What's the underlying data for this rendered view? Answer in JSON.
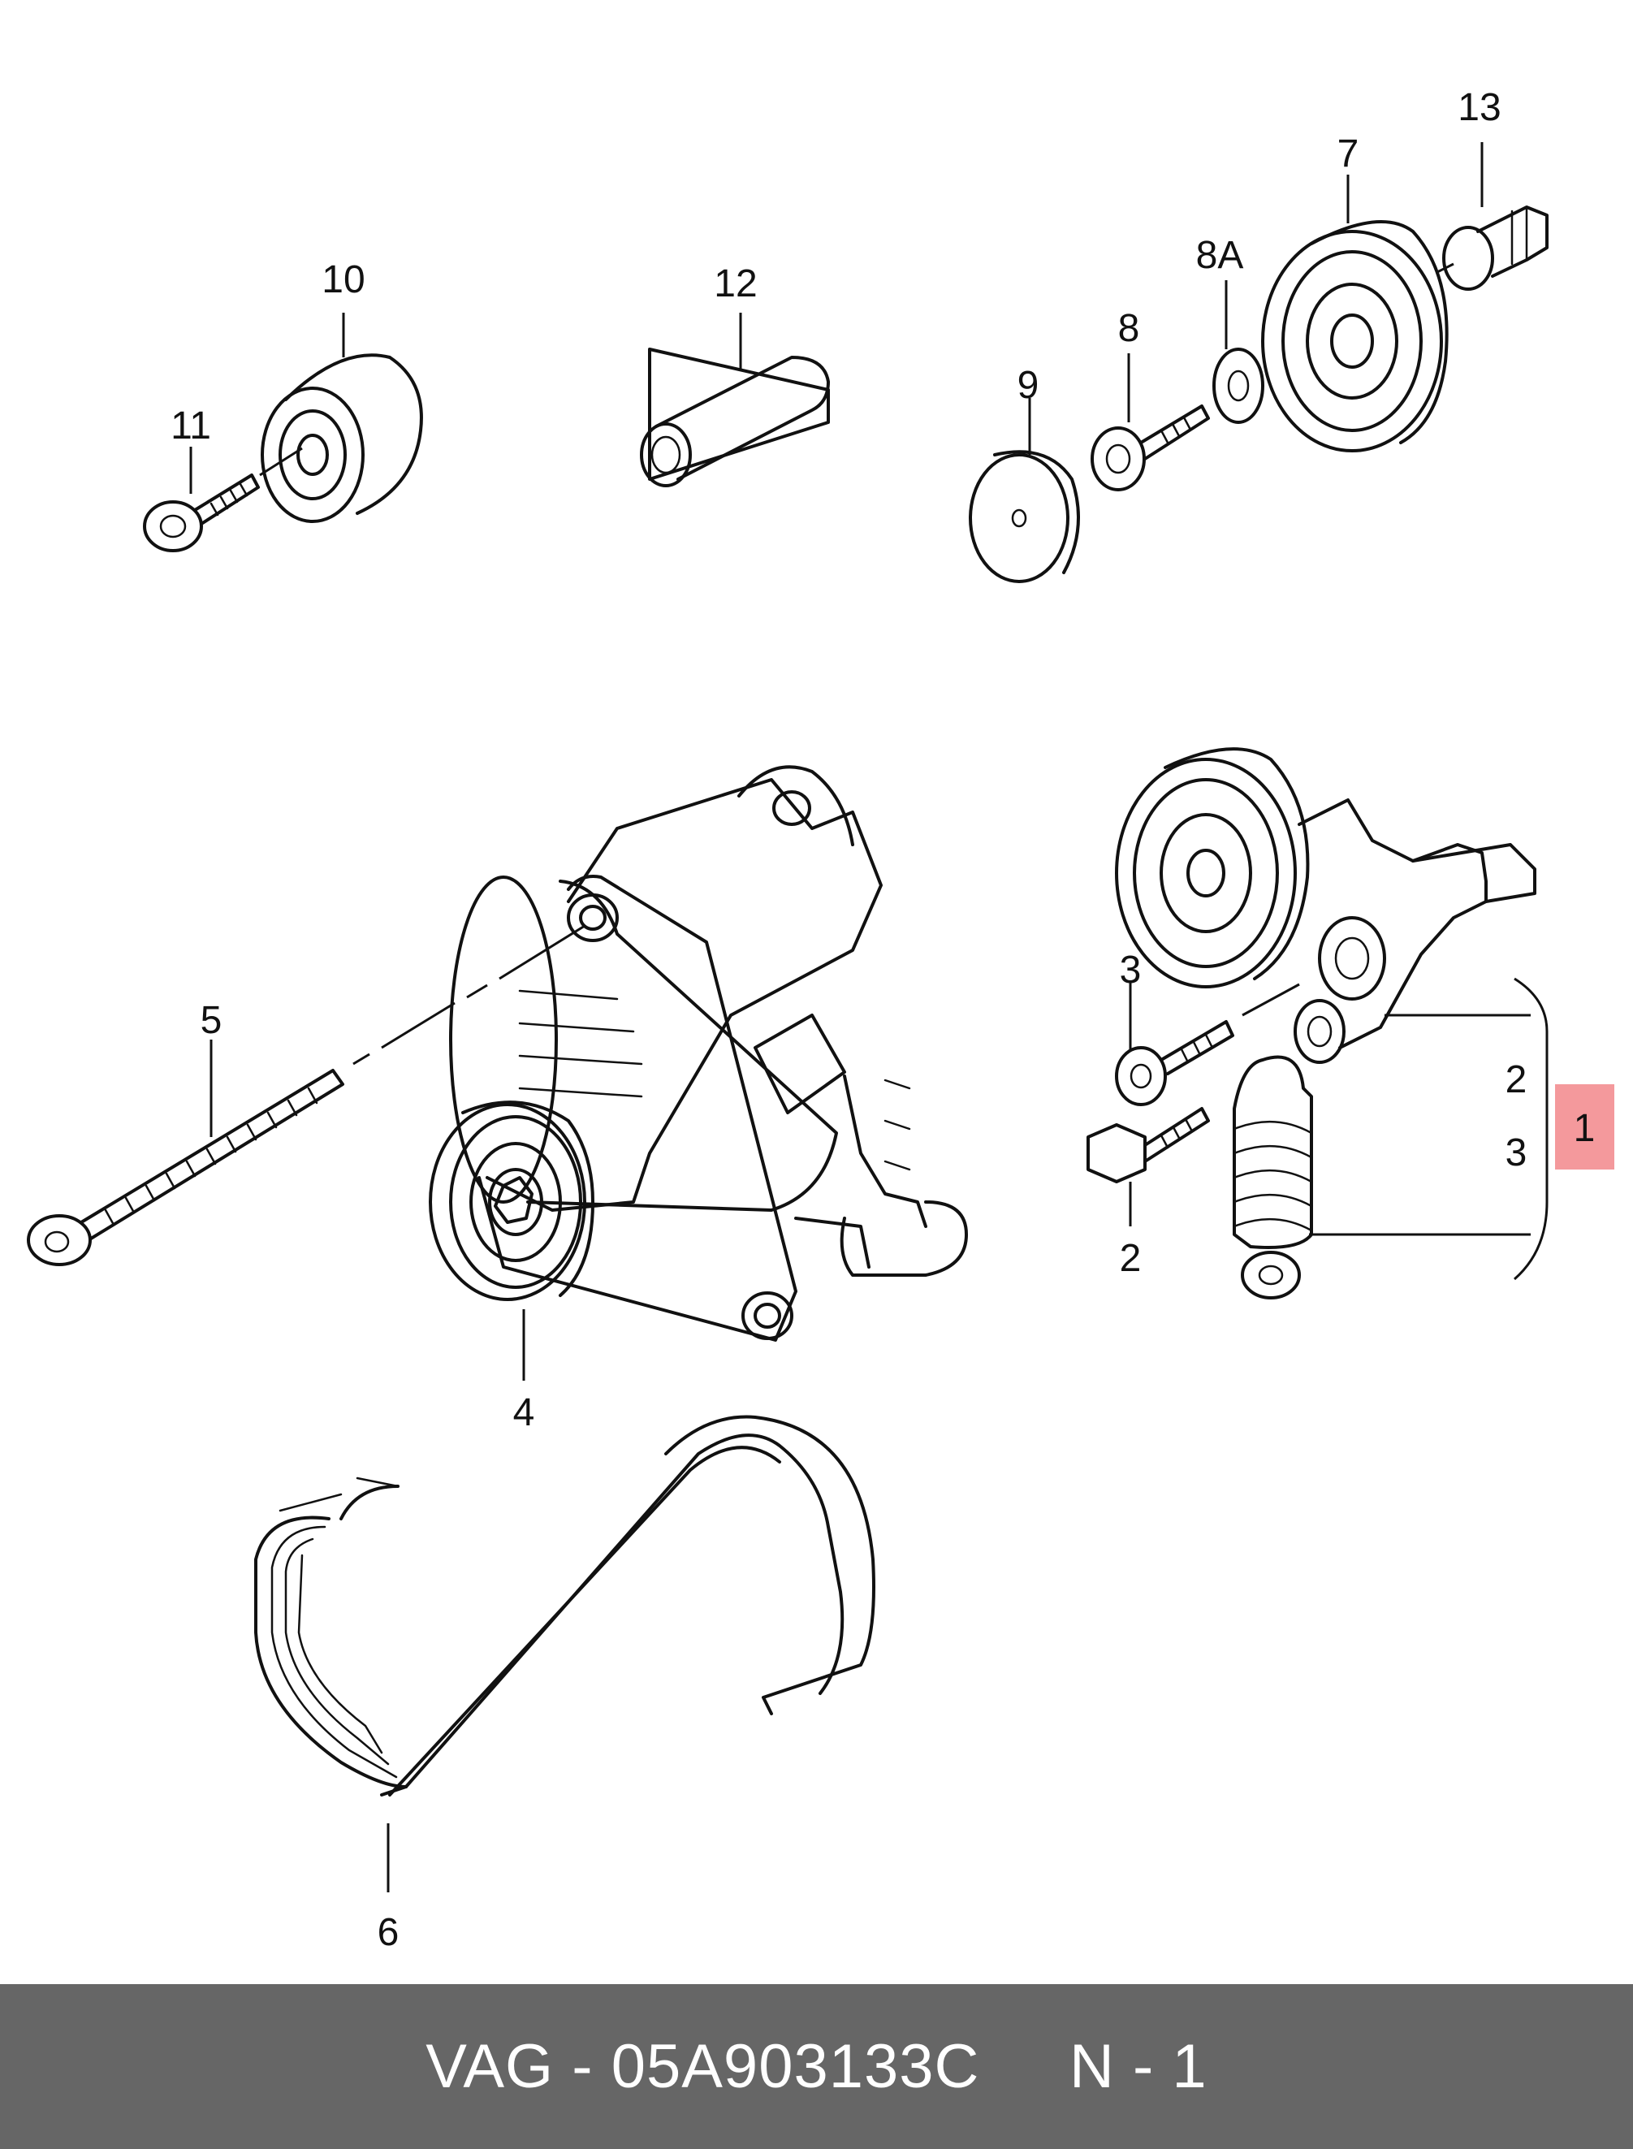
{
  "callouts": {
    "c1": "1",
    "c2a": "2",
    "c2b": "2",
    "c3a": "3",
    "c3b": "3",
    "c4": "4",
    "c5": "5",
    "c6": "6",
    "c7": "7",
    "c8": "8",
    "c8a": "8A",
    "c9": "9",
    "c10": "10",
    "c11": "11",
    "c12": "12",
    "c13": "13"
  },
  "footer": {
    "text": "VAG - 05A903133C     N - 1"
  },
  "colors": {
    "footer_bg": "#666666",
    "highlight": "#f4999c",
    "line": "#111111"
  }
}
